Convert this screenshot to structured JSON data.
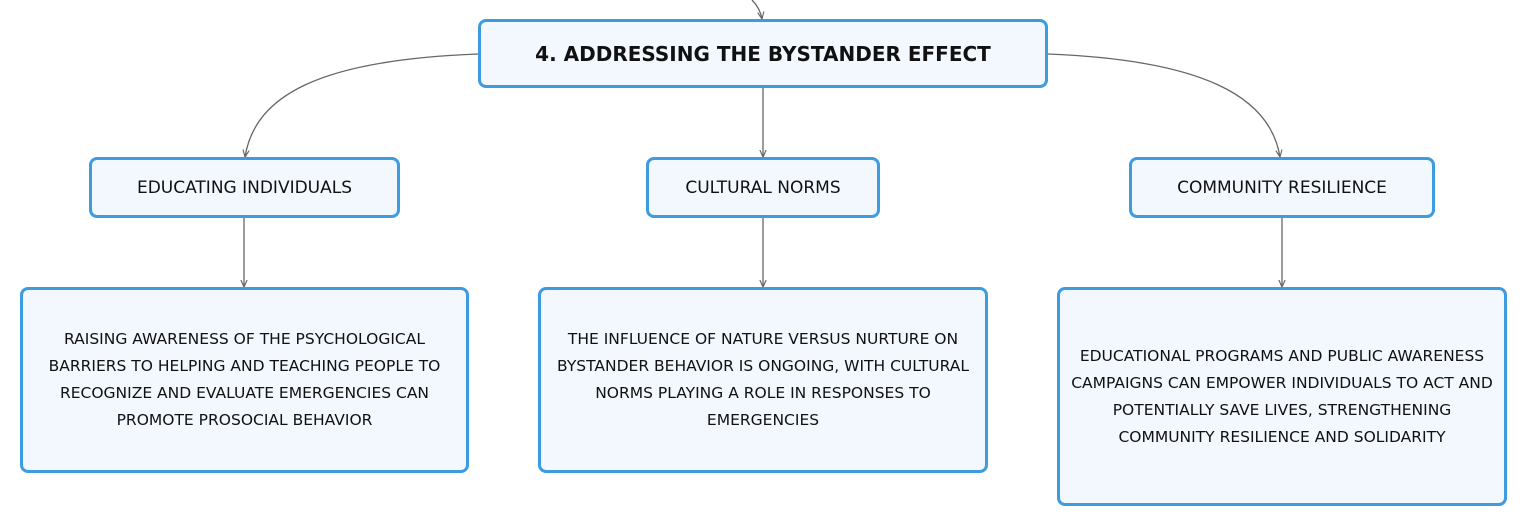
{
  "colors": {
    "node_border": "#3d9be0",
    "node_fill": "#f2f8fd",
    "connector": "#666666"
  },
  "root": {
    "label": "4. ADDRESSING THE BYSTANDER EFFECT"
  },
  "branches": [
    {
      "label": "EDUCATING INDIVIDUALS",
      "detail": "RAISING AWARENESS OF THE PSYCHOLOGICAL BARRIERS TO HELPING AND TEACHING PEOPLE TO RECOGNIZE AND EVALUATE EMERGENCIES CAN PROMOTE PROSOCIAL BEHAVIOR"
    },
    {
      "label": "CULTURAL NORMS",
      "detail": "THE INFLUENCE OF NATURE VERSUS NURTURE ON BYSTANDER BEHAVIOR IS ONGOING, WITH CULTURAL NORMS PLAYING A ROLE IN RESPONSES TO EMERGENCIES"
    },
    {
      "label": "COMMUNITY RESILIENCE",
      "detail": "EDUCATIONAL PROGRAMS AND PUBLIC AWARENESS CAMPAIGNS CAN EMPOWER INDIVIDUALS TO ACT AND POTENTIALLY SAVE LIVES, STRENGTHENING COMMUNITY RESILIENCE AND SOLIDARITY"
    }
  ]
}
